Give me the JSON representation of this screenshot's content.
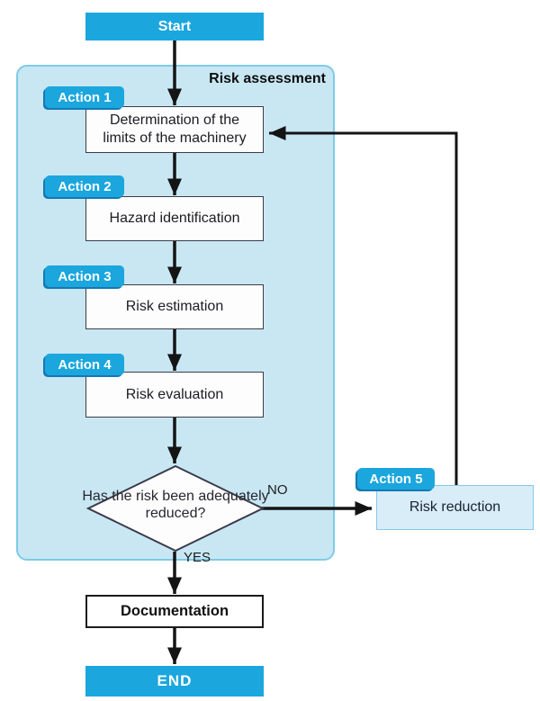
{
  "flowchart": {
    "start": {
      "label": "Start"
    },
    "container": {
      "title": "Risk assessment"
    },
    "steps": [
      {
        "badge": "Action 1",
        "label": "Determination of the limits of the machinery"
      },
      {
        "badge": "Action 2",
        "label": "Hazard identification"
      },
      {
        "badge": "Action 3",
        "label": "Risk estimation"
      },
      {
        "badge": "Action 4",
        "label": "Risk evaluation"
      }
    ],
    "decision": {
      "question": "Has the risk been adequately reduced?",
      "no_label": "NO",
      "yes_label": "YES"
    },
    "reduction": {
      "badge": "Action 5",
      "label": "Risk reduction"
    },
    "documentation": {
      "label": "Documentation"
    },
    "end": {
      "label": "END"
    },
    "colors": {
      "accent": "#1BA6DE",
      "accent_shadow": "#1578B4",
      "container_fill": "#C8E7F3",
      "container_border": "#7ECBE6",
      "reduction_fill": "#D8EDF8",
      "reduction_border": "#87C9EA",
      "box_border": "#3C3C46",
      "arrow": "#141414"
    }
  }
}
